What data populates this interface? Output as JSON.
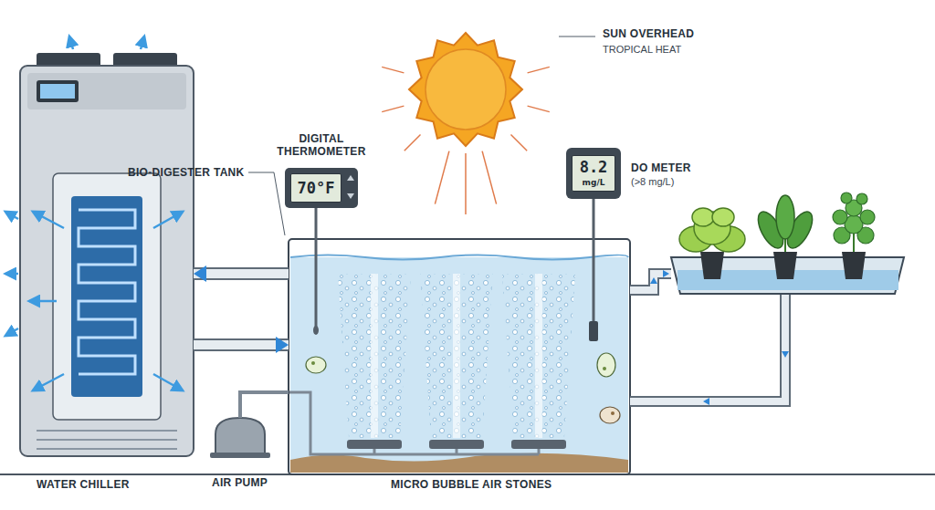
{
  "diagram": {
    "nodes": [
      {
        "text": [
          "WATER CHILLER"
        ]
      },
      {
        "text": [
          "AIR PUMP"
        ]
      },
      {
        "text": [
          "BIO-DIGESTER TANK"
        ]
      },
      {
        "text": [
          "DIGITAL THERMOMETER",
          "70°F"
        ]
      },
      {
        "text": [
          "DO METER",
          "(>8 mg/L)",
          "8.2",
          "mg/L"
        ]
      }
    ],
    "edges": [
      {
        "from": 2,
        "to": 0,
        "arrow": "to"
      },
      {
        "from": 0,
        "to": 2,
        "arrow": "to"
      },
      {
        "from": 1,
        "to": 2,
        "arrow": "none"
      }
    ],
    "labels": [
      "SUN OVERHEAD",
      "TROPICAL HEAT",
      "MICRO BUBBLE AIR STONES"
    ]
  }
}
